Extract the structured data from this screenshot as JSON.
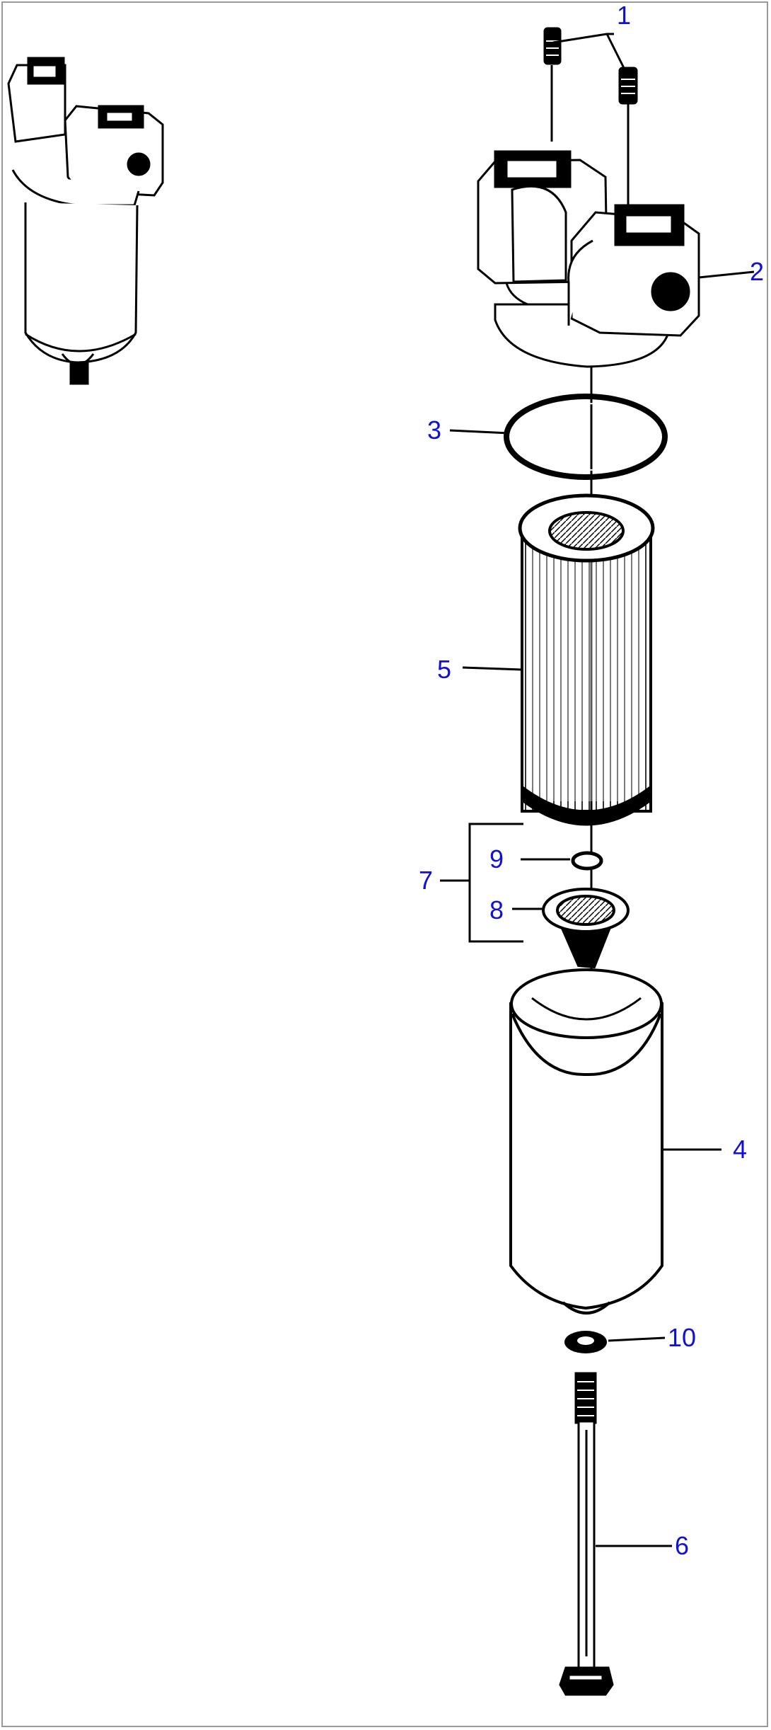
{
  "callouts": [
    {
      "id": "1",
      "text": "1"
    },
    {
      "id": "2",
      "text": "2"
    },
    {
      "id": "3",
      "text": "3"
    },
    {
      "id": "4",
      "text": "4"
    },
    {
      "id": "5",
      "text": "5"
    },
    {
      "id": "6",
      "text": "6"
    },
    {
      "id": "7",
      "text": "7"
    },
    {
      "id": "8",
      "text": "8"
    },
    {
      "id": "9",
      "text": "9"
    },
    {
      "id": "10",
      "text": "10"
    }
  ],
  "colors": {
    "label": "#1010d8",
    "ink": "#000000",
    "frame": "#9a9a9a"
  }
}
